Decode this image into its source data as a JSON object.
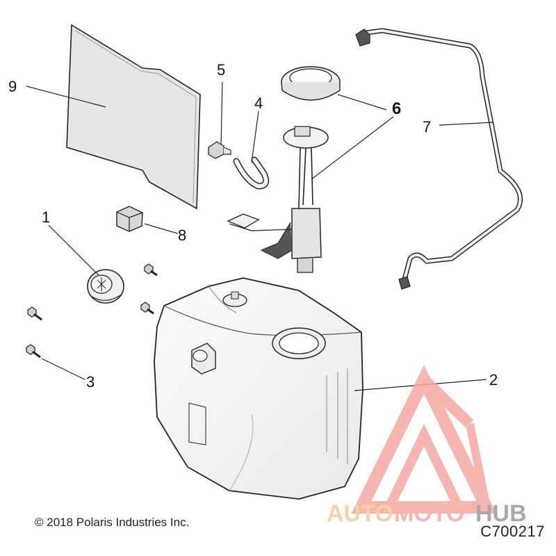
{
  "callouts": {
    "c1": "1",
    "c2": "2",
    "c3": "3",
    "c4": "4",
    "c5": "5",
    "c6": "6",
    "c7": "7",
    "c8": "8",
    "c9": "9"
  },
  "footer": {
    "copyright": "© 2018 Polaris Industries Inc.",
    "part_number": "C700217"
  },
  "watermark": {
    "part1": "AUTO",
    "part2": "MOTO",
    "part3": "HUB",
    "color_primary": "#f5a9a0",
    "color_secondary": "#f7c89a",
    "color_dark": "#9a9a9a"
  }
}
